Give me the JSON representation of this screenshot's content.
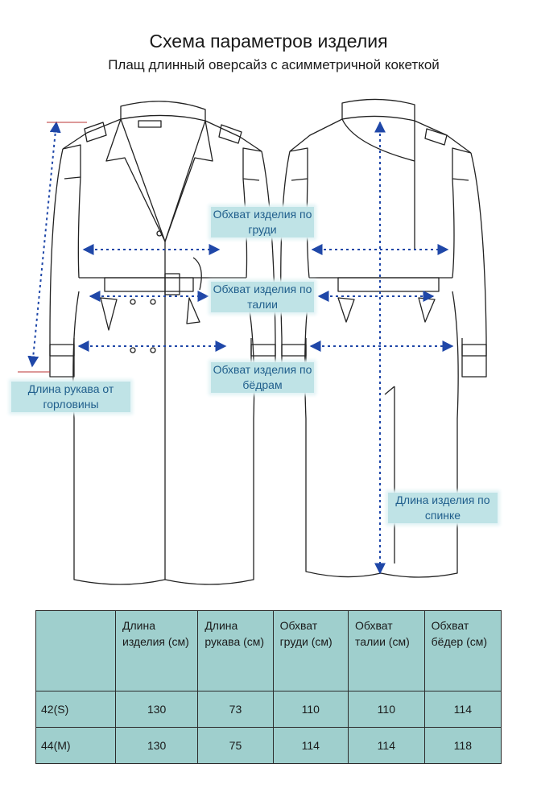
{
  "title": "Схема параметров изделия",
  "subtitle": "Плащ длинный оверсайз с асимметричной кокеткой",
  "labels": {
    "chest": "Обхват изделия по груди",
    "waist": "Обхват изделия по талии",
    "hips": "Обхват изделия по бёдрам",
    "sleeve": "Длина рукава от горловины",
    "back_length": "Длина изделия по спинке"
  },
  "colors": {
    "label_bg": "#bfe3e6",
    "label_text": "#1f5e8c",
    "arrow": "#1f47a8",
    "table_bg": "#9fcfcd"
  },
  "table": {
    "columns": [
      "Длина изделия (см)",
      "Длина рукава (см)",
      "Обхват груди (см)",
      "Обхват талии (см)",
      "Обхват бёдер (см)"
    ],
    "rows": [
      {
        "size": "42(S)",
        "values": [
          "130",
          "73",
          "110",
          "110",
          "114"
        ]
      },
      {
        "size": "44(M)",
        "values": [
          "130",
          "75",
          "114",
          "114",
          "118"
        ]
      }
    ]
  }
}
